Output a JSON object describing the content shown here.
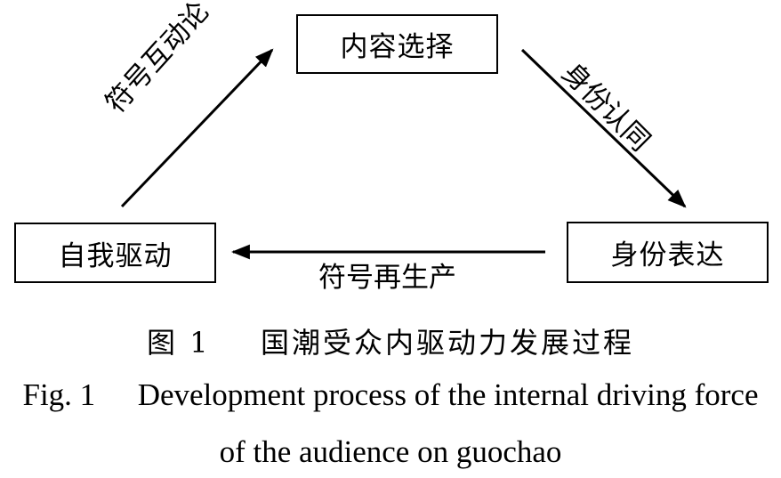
{
  "nodes": {
    "top": "内容选择",
    "right": "身份表达",
    "left": "自我驱动"
  },
  "edges": {
    "left_to_top": "符号互动论",
    "top_to_right": "身份认同",
    "right_to_left": "符号再生产"
  },
  "caption": {
    "cn_number": "图 1",
    "cn_title": "国潮受众内驱动力发展过程",
    "en_line1_number": "Fig. 1",
    "en_line1_text": "Development process of the internal driving force",
    "en_line2_text": "of the audience on guochao"
  },
  "colors": {
    "line": "#000000",
    "background": "#ffffff"
  }
}
